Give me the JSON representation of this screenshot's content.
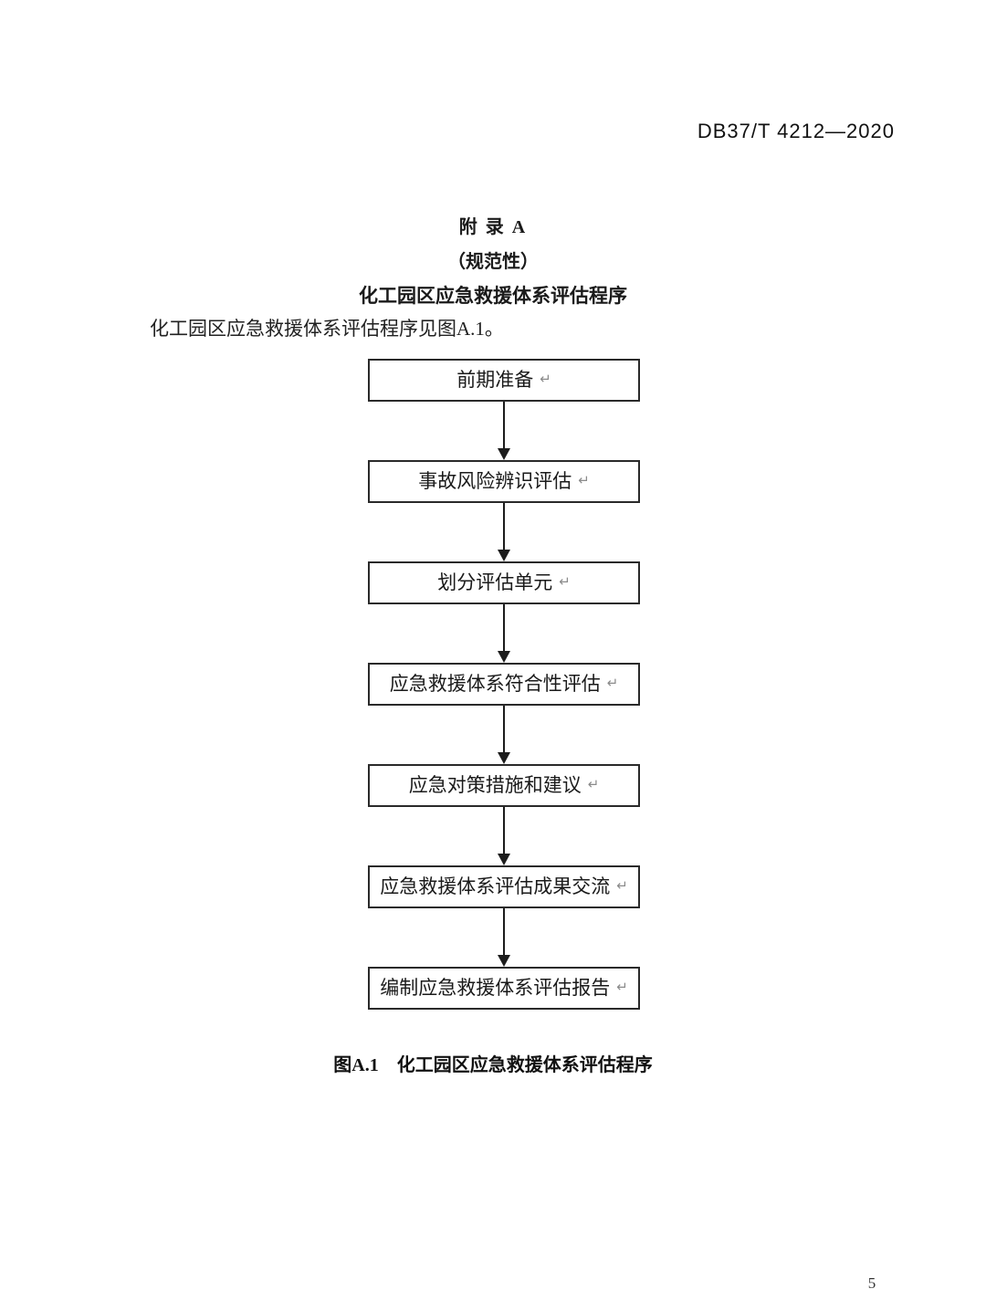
{
  "page": {
    "header": "DB37/T 4212—2020",
    "page_number": "5"
  },
  "appendix": {
    "title_line1": "附  录  A",
    "title_line2": "（规范性）",
    "title_line3": "化工园区应急救援体系评估程序",
    "intro": "化工园区应急救援体系评估程序见图A.1。"
  },
  "flowchart": {
    "return_mark": "↵",
    "steps": [
      {
        "label": "前期准备"
      },
      {
        "label": "事故风险辨识评估"
      },
      {
        "label": "划分评估单元"
      },
      {
        "label": "应急救援体系符合性评估"
      },
      {
        "label": "应急对策措施和建议"
      },
      {
        "label": "应急救援体系评估成果交流"
      },
      {
        "label": "编制应急救援体系评估报告"
      }
    ],
    "caption": "图A.1　化工园区应急救援体系评估程序"
  }
}
